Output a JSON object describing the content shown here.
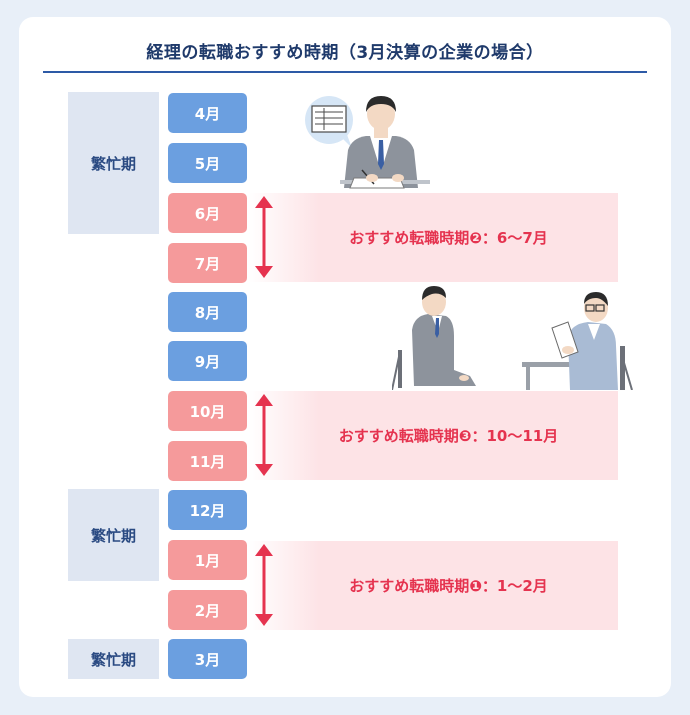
{
  "title": "経理の転職おすすめ時期（3月決算の企業の場合）",
  "busy_label": "繁忙期",
  "months": [
    "4月",
    "5月",
    "6月",
    "7月",
    "8月",
    "9月",
    "10月",
    "11月",
    "12月",
    "1月",
    "2月",
    "3月"
  ],
  "recommend": [
    {
      "label": "おすすめ転職時期❷：6〜7月"
    },
    {
      "label": "おすすめ転職時期❸：10〜11月"
    },
    {
      "label": "おすすめ転職時期❶：1〜2月"
    }
  ],
  "colors": {
    "title": "#1f3a6b",
    "rule": "#2d5aa6",
    "month_normal": "#6b9fe0",
    "month_recommend": "#f59a9b",
    "busy_bg": "#dfe6f2",
    "band_bg": "#fde3e6",
    "accent": "#e5334f"
  },
  "illustrations": [
    "office-worker-at-desk-illustration",
    "job-interview-illustration"
  ]
}
